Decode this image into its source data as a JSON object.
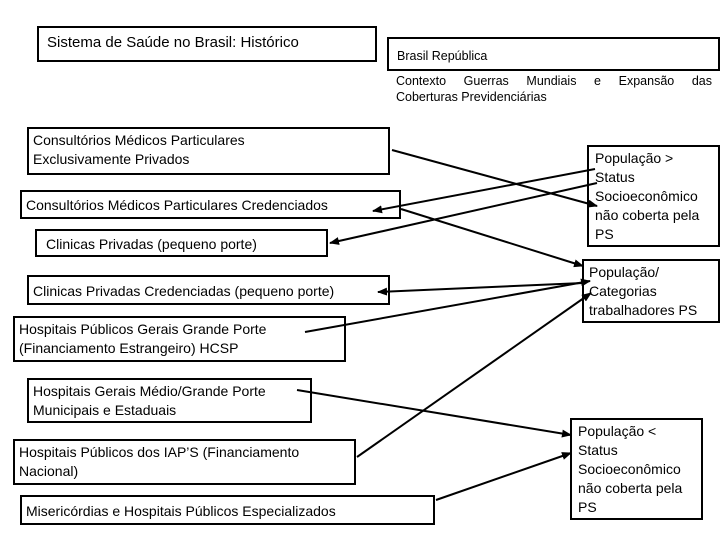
{
  "title": "Sistema de Saúde no Brasil: Histórico",
  "header": {
    "period": "Brasil República",
    "context_line1": "Contexto Guerras Mundiais e Expansão das",
    "context_line2": "Coberturas Previdenciárias"
  },
  "providers": [
    {
      "id": "consultorios_privados",
      "line1": "Consultórios Médicos Particulares",
      "line2": "Exclusivamente Privados"
    },
    {
      "id": "consultorios_credenciados",
      "line1": "Consultórios Médicos Particulares Credenciados"
    },
    {
      "id": "clinicas_privadas",
      "line1": "Clinicas Privadas (pequeno porte)"
    },
    {
      "id": "clinicas_credenciadas",
      "line1": "Clinicas Privadas Credenciadas (pequeno porte)"
    },
    {
      "id": "hospitais_publicos_gerais",
      "line1": "Hospitais Públicos Gerais  Grande Porte",
      "line2": "(Financiamento Estrangeiro) HCSP"
    },
    {
      "id": "hospitais_municipais_estaduais",
      "line1": "Hospitais Gerais Médio/Grande Porte",
      "line2": "Municipais e Estaduais"
    },
    {
      "id": "hospitais_iaps",
      "line1": "Hospitais Públicos dos IAP’S (Financiamento",
      "line2": "Nacional)"
    },
    {
      "id": "misericordias",
      "line1": "Misericórdias e Hospitais Públicos Especializados"
    }
  ],
  "populations": [
    {
      "id": "pop_alta",
      "lines": [
        "População >",
        "Status",
        "Socioeconômico",
        "não coberta pela",
        "PS"
      ]
    },
    {
      "id": "pop_trabalhadores",
      "lines": [
        "População/",
        "Categorias",
        "trabalhadores PS"
      ]
    },
    {
      "id": "pop_baixa",
      "lines": [
        "População <",
        "Status",
        "Socioeconômico",
        "não coberta pela",
        "PS"
      ]
    }
  ],
  "connections": [
    {
      "from": "consultorios_privados",
      "to": "pop_alta"
    },
    {
      "from": "pop_alta",
      "to": "consultorios_credenciados"
    },
    {
      "from": "consultorios_credenciados",
      "to": "pop_trabalhadores"
    },
    {
      "from": "pop_alta",
      "to": "clinicas_privadas"
    },
    {
      "from": "pop_trabalhadores",
      "to": "clinicas_credenciadas"
    },
    {
      "from": "hospitais_publicos_gerais",
      "to": "pop_trabalhadores"
    },
    {
      "from": "hospitais_municipais_estaduais",
      "to": "pop_baixa"
    },
    {
      "from": "hospitais_iaps",
      "to": "pop_trabalhadores"
    },
    {
      "from": "misericordias",
      "to": "pop_baixa"
    }
  ]
}
